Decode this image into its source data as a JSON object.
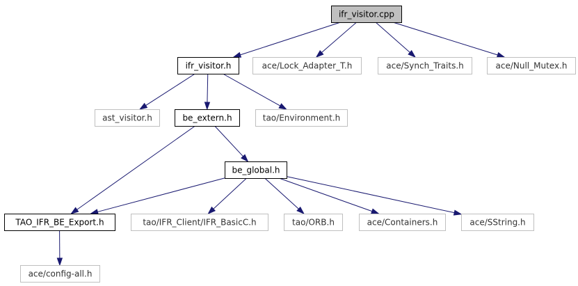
{
  "graph": {
    "nodes": [
      {
        "id": "ifr_visitor_cpp",
        "label": "ifr_visitor.cpp",
        "kind": "root"
      },
      {
        "id": "ifr_visitor_h",
        "label": "ifr_visitor.h",
        "kind": "active"
      },
      {
        "id": "lock_adapter",
        "label": "ace/Lock_Adapter_T.h",
        "kind": "missing"
      },
      {
        "id": "synch_traits",
        "label": "ace/Synch_Traits.h",
        "kind": "missing"
      },
      {
        "id": "null_mutex",
        "label": "ace/Null_Mutex.h",
        "kind": "missing"
      },
      {
        "id": "ast_visitor",
        "label": "ast_visitor.h",
        "kind": "missing"
      },
      {
        "id": "be_extern",
        "label": "be_extern.h",
        "kind": "active"
      },
      {
        "id": "environment",
        "label": "tao/Environment.h",
        "kind": "missing"
      },
      {
        "id": "be_global",
        "label": "be_global.h",
        "kind": "active"
      },
      {
        "id": "tao_ifr_be_export",
        "label": "TAO_IFR_BE_Export.h",
        "kind": "active"
      },
      {
        "id": "ifr_basicc",
        "label": "tao/IFR_Client/IFR_BasicC.h",
        "kind": "missing"
      },
      {
        "id": "orb",
        "label": "tao/ORB.h",
        "kind": "missing"
      },
      {
        "id": "containers",
        "label": "ace/Containers.h",
        "kind": "missing"
      },
      {
        "id": "sstring",
        "label": "ace/SString.h",
        "kind": "missing"
      },
      {
        "id": "config_all",
        "label": "ace/config-all.h",
        "kind": "missing"
      }
    ],
    "edges": [
      {
        "from": "ifr_visitor_cpp",
        "to": "ifr_visitor_h"
      },
      {
        "from": "ifr_visitor_cpp",
        "to": "lock_adapter"
      },
      {
        "from": "ifr_visitor_cpp",
        "to": "synch_traits"
      },
      {
        "from": "ifr_visitor_cpp",
        "to": "null_mutex"
      },
      {
        "from": "ifr_visitor_h",
        "to": "ast_visitor"
      },
      {
        "from": "ifr_visitor_h",
        "to": "be_extern"
      },
      {
        "from": "ifr_visitor_h",
        "to": "environment"
      },
      {
        "from": "be_extern",
        "to": "be_global"
      },
      {
        "from": "be_extern",
        "to": "tao_ifr_be_export"
      },
      {
        "from": "be_global",
        "to": "tao_ifr_be_export"
      },
      {
        "from": "be_global",
        "to": "ifr_basicc"
      },
      {
        "from": "be_global",
        "to": "orb"
      },
      {
        "from": "be_global",
        "to": "containers"
      },
      {
        "from": "be_global",
        "to": "sstring"
      },
      {
        "from": "tao_ifr_be_export",
        "to": "config_all"
      }
    ],
    "colors": {
      "edge": "#191970",
      "root_fill": "#bfbfbf",
      "active_border": "#000000",
      "missing_border": "#bfbfbf"
    }
  }
}
